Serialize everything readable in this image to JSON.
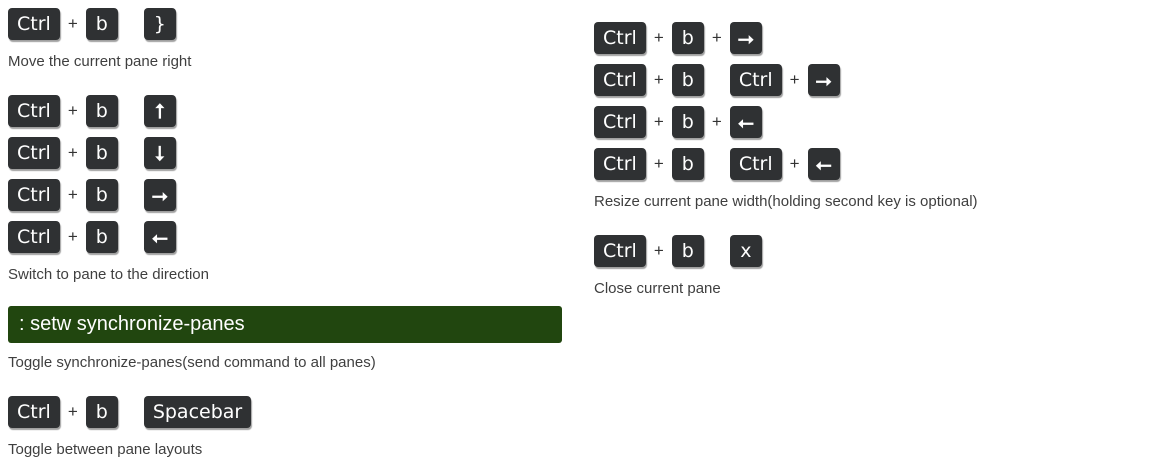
{
  "keys": {
    "ctrl": "Ctrl",
    "b": "b",
    "plus": "+",
    "brace": "}",
    "up": "⭡",
    "down": "⭣",
    "right": "⭢",
    "left": "⭠",
    "spacebar": "Spacebar",
    "x": "x"
  },
  "left": {
    "move_right_desc": "Move the current pane right",
    "switch_desc": "Switch to pane to the direction",
    "sync_command": ": setw synchronize-panes",
    "sync_desc": "Toggle synchronize-panes(send command to all panes)",
    "layouts_desc": "Toggle between pane layouts"
  },
  "right": {
    "resize_desc": "Resize current pane width(holding second key is optional)",
    "close_desc": "Close current pane"
  }
}
